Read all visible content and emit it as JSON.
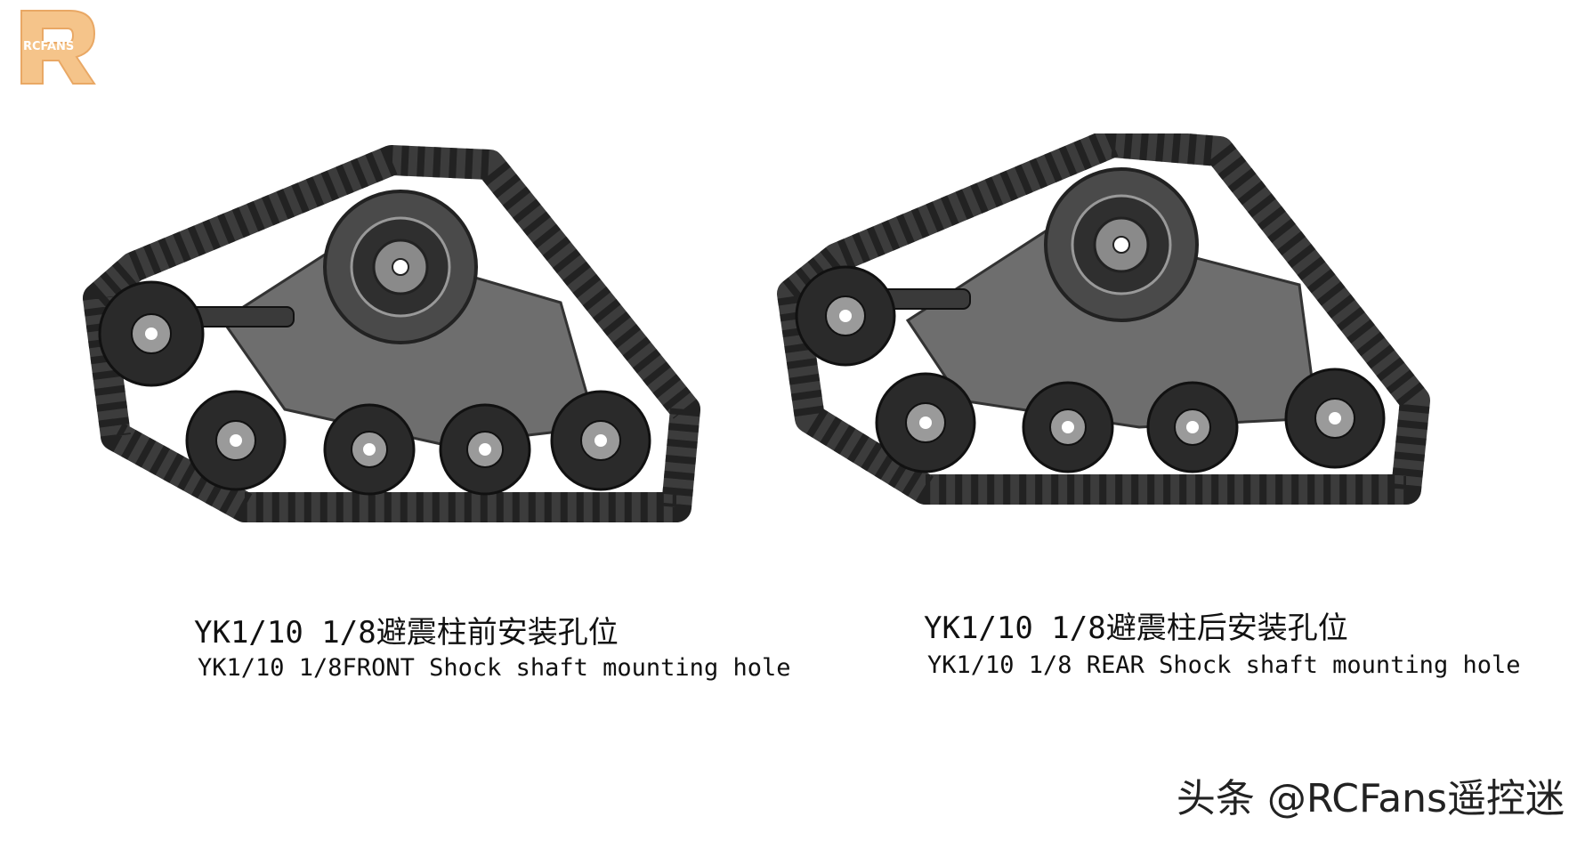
{
  "logo": {
    "text": "RCFANS",
    "letter": "R",
    "color": "#f5c48a"
  },
  "left_diagram": {
    "caption_cn": "YK1/10 1/8避震柱前安装孔位",
    "caption_en": "YK1/10 1/8FRONT Shock shaft mounting hole"
  },
  "right_diagram": {
    "caption_cn": "YK1/10 1/8避震柱后安装孔位",
    "caption_en": "YK1/10 1/8 REAR Shock shaft mounting hole"
  },
  "watermark": "头条 @RCFans遥控迷",
  "colors": {
    "frame": "#6e6e6e",
    "track": "#3c3c3c",
    "wheel": "#2a2a2a",
    "hub": "#9a9a9a"
  }
}
